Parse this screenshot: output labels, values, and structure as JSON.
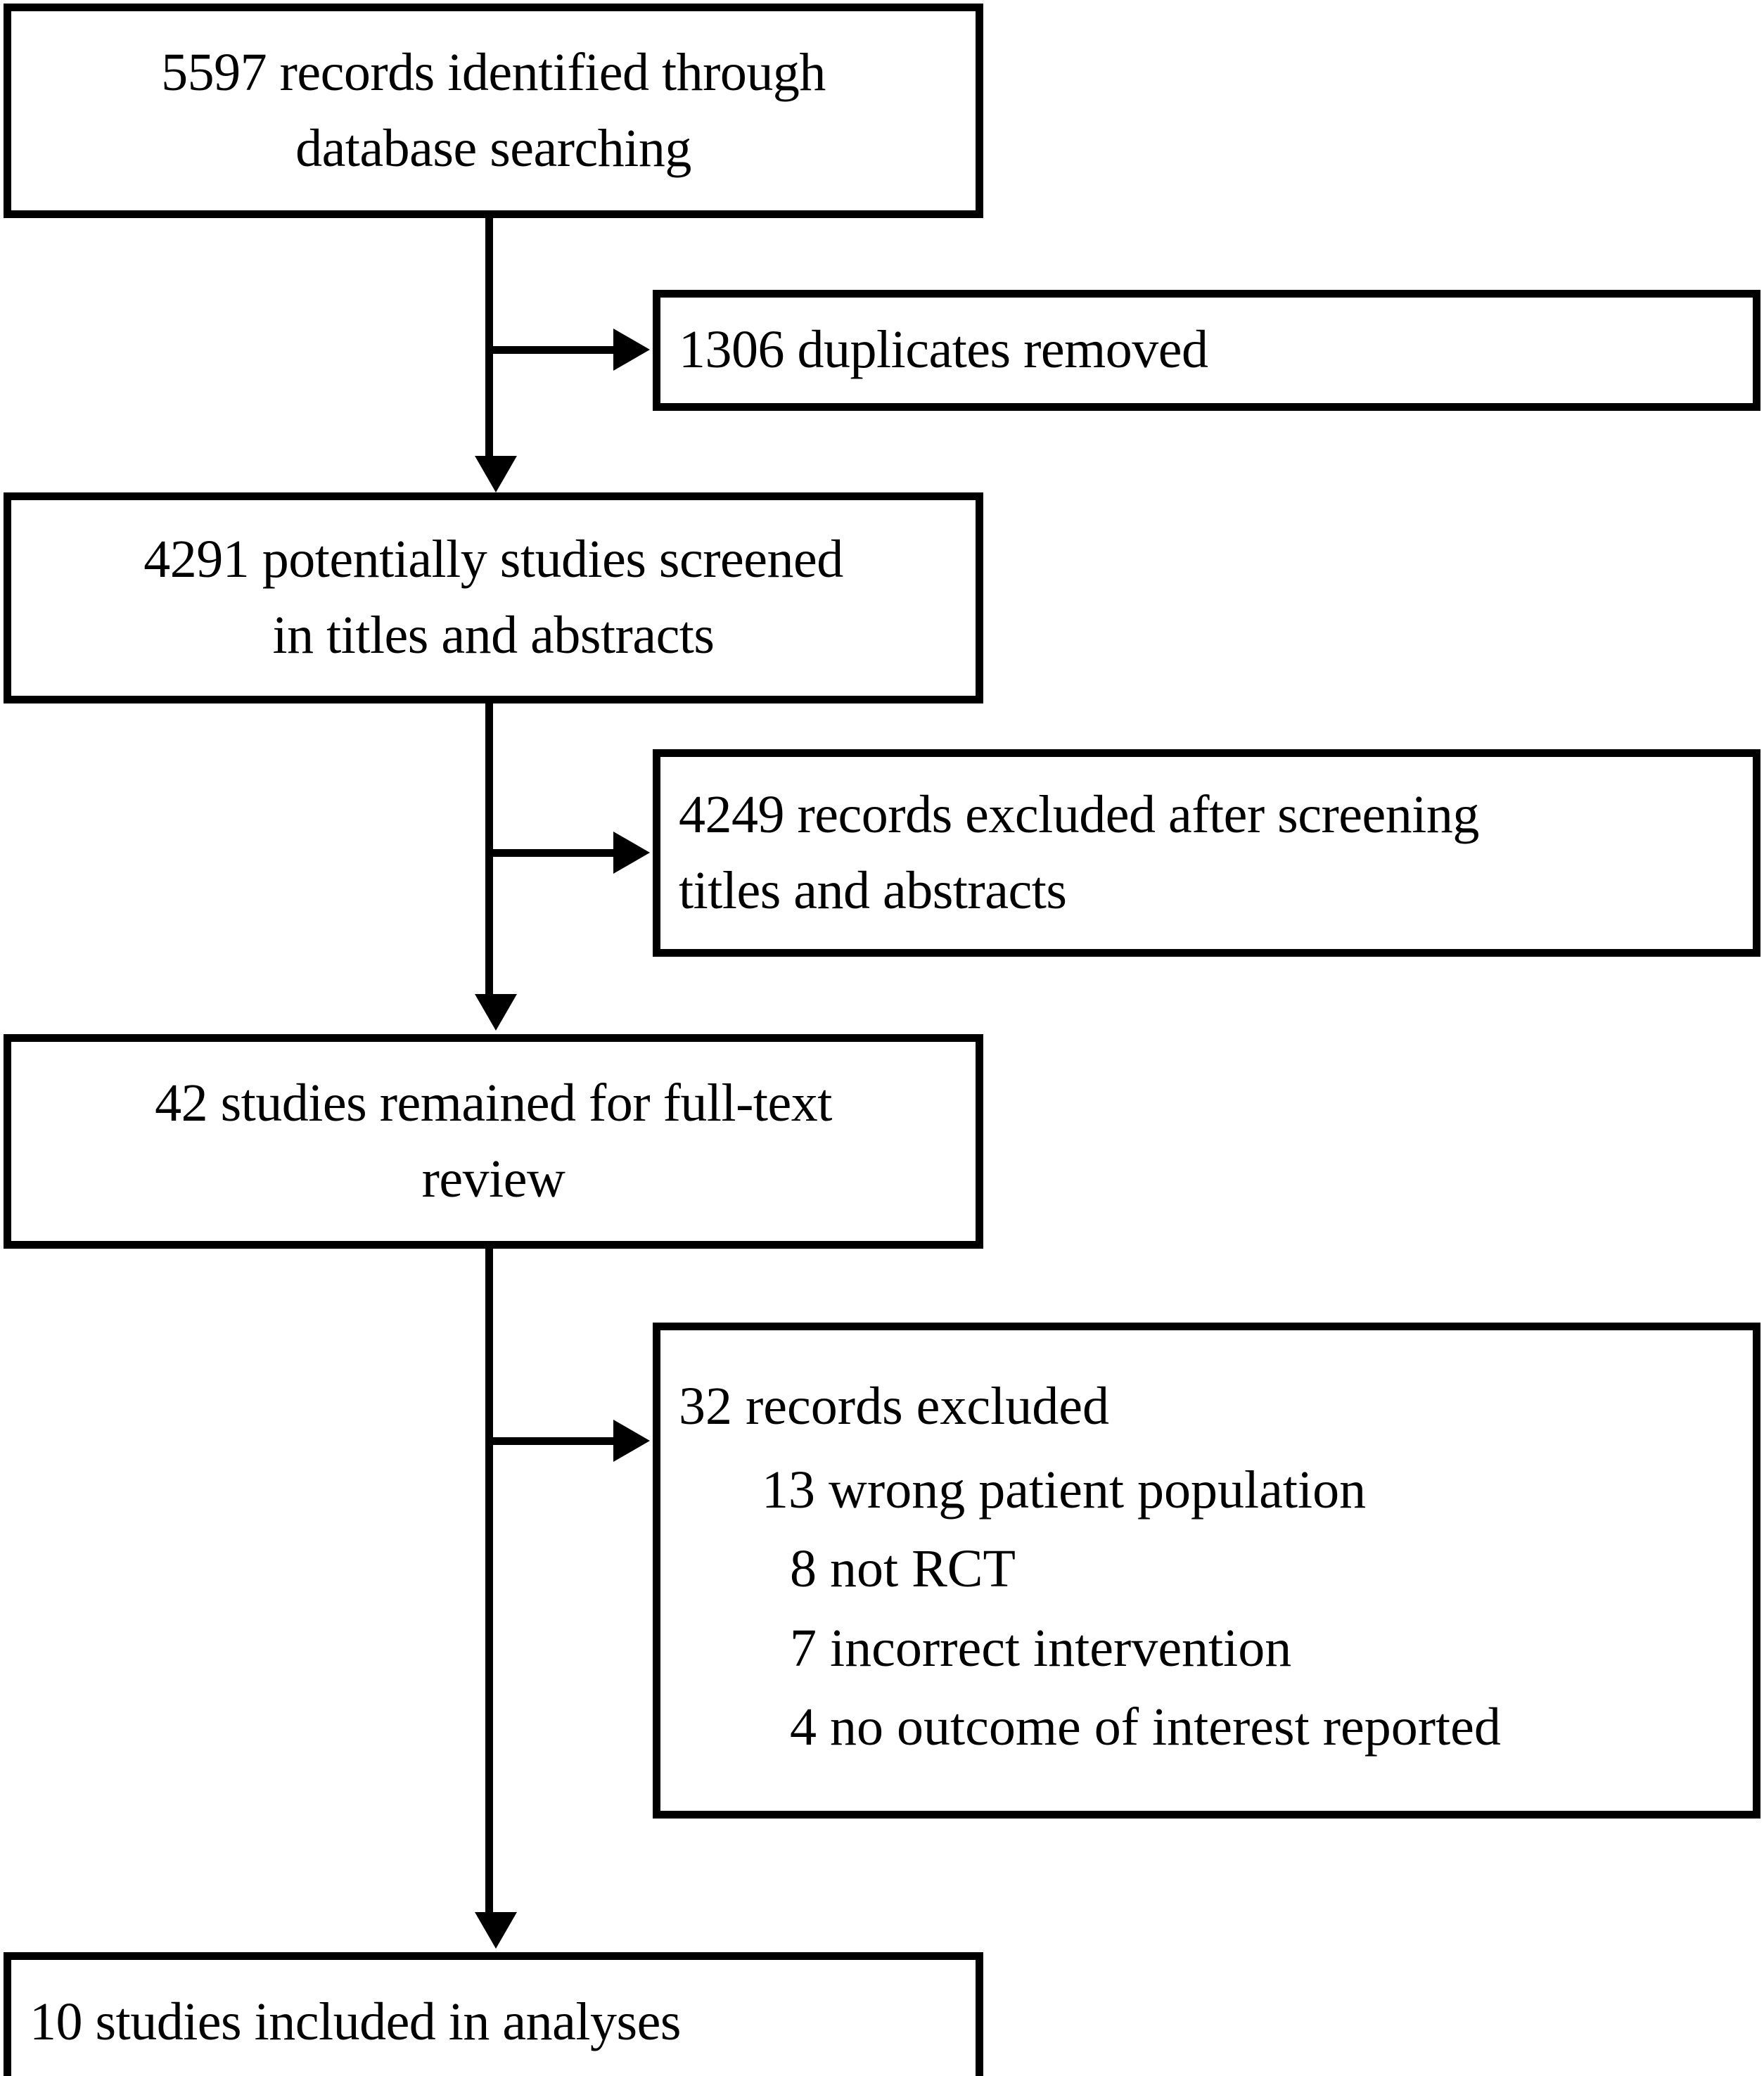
{
  "diagram": {
    "type": "prisma-flow-diagram",
    "title": "",
    "orientation": "vertical",
    "accent_color": "#000000",
    "background_color": "#ffffff",
    "nodes": [
      {
        "id": "identified",
        "column": "main",
        "text": "5597 records identified through\ndatabase searching",
        "count": 5597
      },
      {
        "id": "duplicates",
        "column": "side",
        "text": "1306 duplicates removed",
        "count": 1306
      },
      {
        "id": "screened",
        "column": "main",
        "text": "4291 potentially studies screened\nin titles and abstracts",
        "count": 4291
      },
      {
        "id": "excluded-screening",
        "column": "side",
        "text": "4249 records excluded after screening\ntitles and abstracts",
        "count": 4249
      },
      {
        "id": "fulltext",
        "column": "main",
        "text": "42 studies remained for full-text\nreview",
        "count": 42
      },
      {
        "id": "excluded-fulltext",
        "column": "side",
        "heading": "32 records excluded",
        "count": 32,
        "reasons": [
          {
            "count": 13,
            "label": "13 wrong patient population"
          },
          {
            "count": 8,
            "label": "8 not RCT"
          },
          {
            "count": 7,
            "label": "7 incorrect intervention"
          },
          {
            "count": 4,
            "label": "4 no outcome of interest reported"
          }
        ]
      },
      {
        "id": "included",
        "column": "main",
        "text": "10 studies included in analyses",
        "count": 10
      }
    ],
    "edges": [
      {
        "from": "identified",
        "to": "screened",
        "kind": "down"
      },
      {
        "from": "identified",
        "to": "duplicates",
        "kind": "right"
      },
      {
        "from": "screened",
        "to": "fulltext",
        "kind": "down"
      },
      {
        "from": "screened",
        "to": "excluded-screening",
        "kind": "right"
      },
      {
        "from": "fulltext",
        "to": "included",
        "kind": "down"
      },
      {
        "from": "fulltext",
        "to": "excluded-fulltext",
        "kind": "right"
      }
    ]
  }
}
